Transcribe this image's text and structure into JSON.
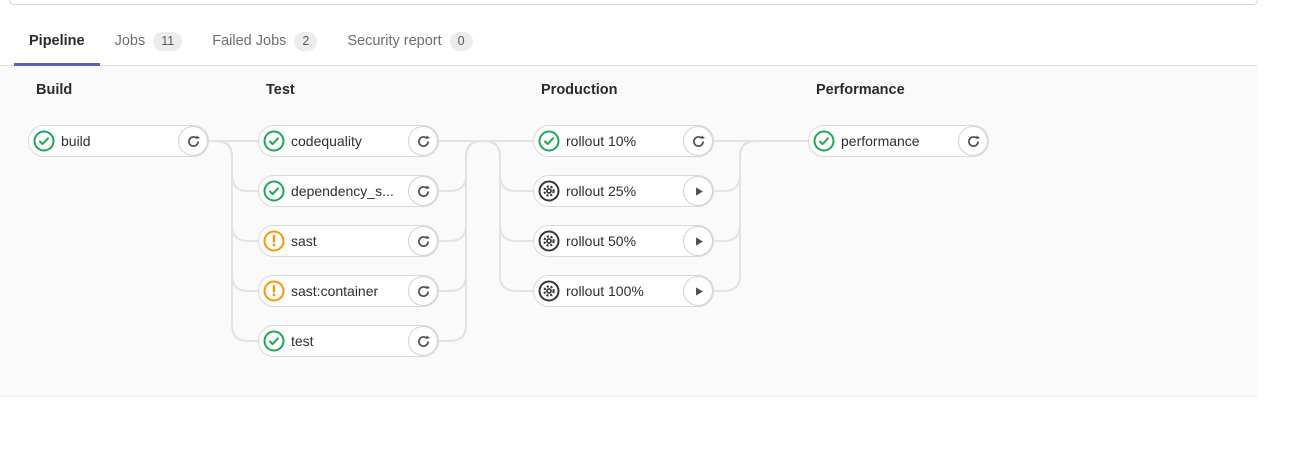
{
  "tabs": [
    {
      "label": "Pipeline",
      "active": true
    },
    {
      "label": "Jobs",
      "badge": "11"
    },
    {
      "label": "Failed Jobs",
      "badge": "2"
    },
    {
      "label": "Security report",
      "badge": "0"
    }
  ],
  "pipeline": {
    "stages": [
      {
        "title": "Build",
        "jobs": [
          {
            "name": "build",
            "status": "success",
            "action": "retry"
          }
        ]
      },
      {
        "title": "Test",
        "jobs": [
          {
            "name": "codequality",
            "status": "success",
            "action": "retry"
          },
          {
            "name": "dependency_s...",
            "status": "success",
            "action": "retry"
          },
          {
            "name": "sast",
            "status": "warning",
            "action": "retry"
          },
          {
            "name": "sast:container",
            "status": "warning",
            "action": "retry"
          },
          {
            "name": "test",
            "status": "success",
            "action": "retry"
          }
        ]
      },
      {
        "title": "Production",
        "jobs": [
          {
            "name": "rollout 10%",
            "status": "success",
            "action": "retry"
          },
          {
            "name": "rollout 25%",
            "status": "manual",
            "action": "play"
          },
          {
            "name": "rollout 50%",
            "status": "manual",
            "action": "play"
          },
          {
            "name": "rollout 100%",
            "status": "manual",
            "action": "play"
          }
        ]
      },
      {
        "title": "Performance",
        "jobs": [
          {
            "name": "performance",
            "status": "success",
            "action": "retry"
          }
        ]
      }
    ]
  },
  "colors": {
    "accent": "#5c61b3",
    "success": "#1aaa55",
    "warning": "#fc9403",
    "manual": "#363636",
    "connector": "#e3e3e3"
  }
}
